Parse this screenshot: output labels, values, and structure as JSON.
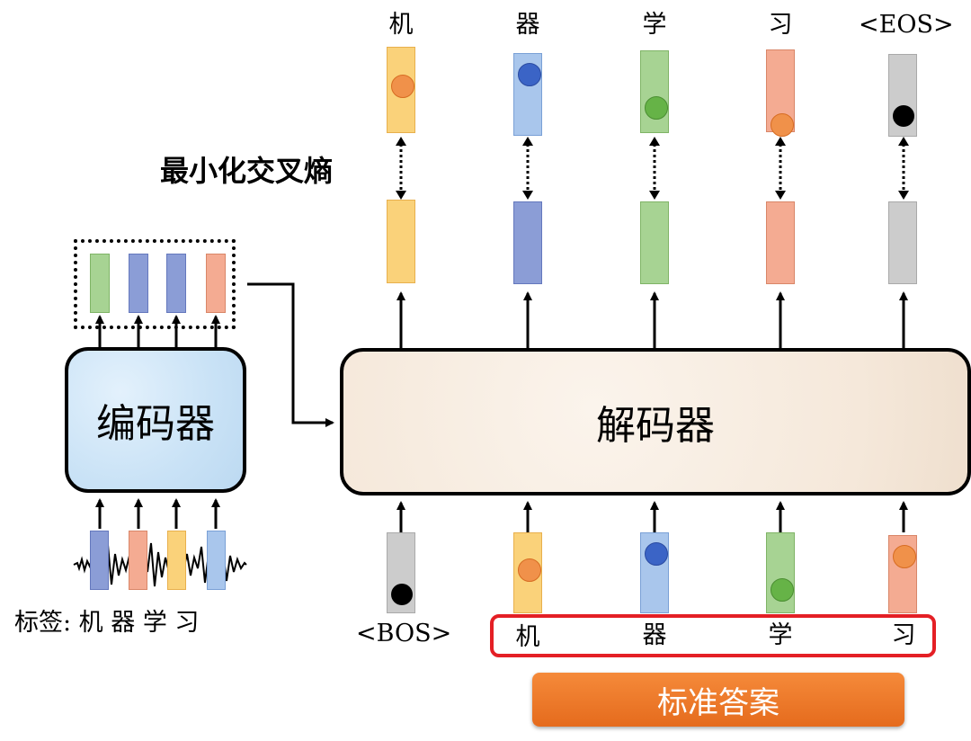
{
  "encoder": {
    "label": "编码器"
  },
  "decoder": {
    "label": "解码器"
  },
  "loss_label": "最小化交叉熵",
  "bottom_left_label": "标签: 机 器 学 习",
  "output_tokens": [
    "机",
    "器",
    "学",
    "习",
    "<EOS>"
  ],
  "input_start_token": "<BOS>",
  "answer_tokens": [
    "机",
    "器",
    "学",
    "习"
  ],
  "standard_answer_button": "标准答案",
  "colors": {
    "orange": "#f0914a",
    "blue": "#3b64c6",
    "green": "#66b347",
    "black": "#000000",
    "yellow_bar": "#fad27a",
    "blue_bar": "#8fb3e3",
    "green_bar": "#9fcd8a",
    "salmon_bar": "#f2a38a",
    "gray_bar": "#cccccc",
    "darkblue_bar": "#8b9dd6",
    "answer_border": "#e41f25",
    "button": "#ef7a2b"
  }
}
